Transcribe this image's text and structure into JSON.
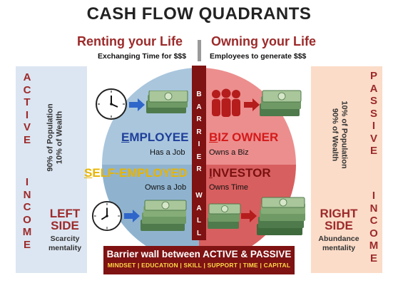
{
  "title": "CASH FLOW QUADRANTS",
  "left_header": {
    "title": "Renting your Life",
    "subtitle": "Exchanging Time for $$$"
  },
  "right_header": {
    "title": "Owning your Life",
    "subtitle": "Employees to generate $$$"
  },
  "left_panel": {
    "vertical_word_top": [
      "A",
      "C",
      "T",
      "I",
      "V",
      "E"
    ],
    "vertical_word_bottom": [
      "I",
      "N",
      "C",
      "O",
      "M",
      "E"
    ],
    "stat_line1": "90% of Population",
    "stat_line2": "10% of Wealth",
    "side_title_line1": "LEFT",
    "side_title_line2": "SIDE",
    "mentality_line1": "Scarcity",
    "mentality_line2": "mentality"
  },
  "right_panel": {
    "vertical_word_top": [
      "P",
      "A",
      "S",
      "S",
      "I",
      "V",
      "E"
    ],
    "vertical_word_bottom": [
      "I",
      "N",
      "C",
      "O",
      "M",
      "E"
    ],
    "stat_line1": "10% of Population",
    "stat_line2": "90% of Wealth",
    "side_title_line1": "RIGHT",
    "side_title_line2": "SIDE",
    "mentality_line1": "Abundance",
    "mentality_line2": "mentality"
  },
  "quadrants": {
    "employee": {
      "initial": "E",
      "rest": "MPLOYEE",
      "desc": "Has a Job",
      "color": "#1f3f99"
    },
    "self_employed": {
      "initial": "S",
      "rest": "ELF-EMPLOYED",
      "desc": "Owns a Job",
      "color": "#e8b400"
    },
    "biz_owner": {
      "initial": "B",
      "rest": "IZ OWNER",
      "desc": "Owns a Biz",
      "color": "#d41a1a"
    },
    "investor": {
      "initial": "I",
      "rest": "NVESTOR",
      "desc": "Owns Time",
      "color": "#7a1010"
    }
  },
  "barrier_letters": [
    "B",
    "A",
    "R",
    "R",
    "I",
    "E",
    "R"
  ],
  "wall_letters": [
    "W",
    "A",
    "L",
    "L"
  ],
  "bottom_banner": {
    "title": "Barrier wall between ACTIVE & PASSIVE",
    "items": "MINDSET | EDUCATION | SKILL | SUPPORT | TIME | CAPITAL"
  },
  "colors": {
    "brand_red": "#9c2a2a",
    "left_panel_bg": "#dce6f2",
    "right_panel_bg": "#fbdcc8",
    "left_circle": "#8fb3cf",
    "right_circle": "#e77b7b",
    "wall": "#7f1212",
    "banner_accent": "#ffd94a"
  },
  "icons": [
    "clock-icon",
    "arrow-right-icon",
    "money-stack-icon",
    "people-icon"
  ]
}
